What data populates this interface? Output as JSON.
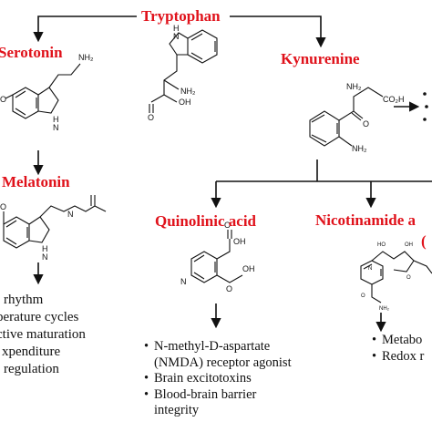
{
  "nodes": {
    "tryptophan": "Tryptophan",
    "serotonin": "Serotonin",
    "kynurenine": "Kynurenine",
    "melatonin": "Melatonin",
    "quinolinic": "Quinolinic acid",
    "nicotinamide": "Nicotinamide a"
  },
  "nicotinamide_paren": "(",
  "melatonin_effects": [
    "rhythm",
    "perature cycles",
    "ctive maturation",
    "xpenditure",
    "regulation"
  ],
  "quinolinic_effects": [
    "N-methyl-D-aspartate",
    "(NMDA) receptor agonist",
    "Brain excitotoxins",
    "Blood-brain barrier",
    "integrity"
  ],
  "nicotinamide_effects": [
    "Metabo",
    "Redox r"
  ],
  "molecule_labels": {
    "trp_nh": "H",
    "trp_n": "N",
    "trp_nh2": "NH₂",
    "trp_oh": "OH",
    "trp_o": "O",
    "ser_nh2": "NH₂",
    "ser_o": "O",
    "ser_nh": "H",
    "ser_n": "N",
    "kyn_nh2": "NH₂",
    "kyn_co2h": "CO₂H",
    "kyn_o": "O",
    "kyn_anh2": "NH₂",
    "mel_o": "O",
    "mel_nh": "H",
    "mel_n": "N",
    "mel_amide_n": "N",
    "qa_o1": "O",
    "qa_oh1": "OH",
    "qa_o2": "O",
    "qa_oh2": "OH",
    "qa_n": "N",
    "nic_oh1": "HO",
    "nic_oh2": "OH",
    "nic_n": "N",
    "nic_o": "O",
    "nic_nh2": "NH₂",
    "nic_c": "O"
  },
  "colors": {
    "title": "#e0121b",
    "text": "#111111",
    "line": "#111111"
  }
}
